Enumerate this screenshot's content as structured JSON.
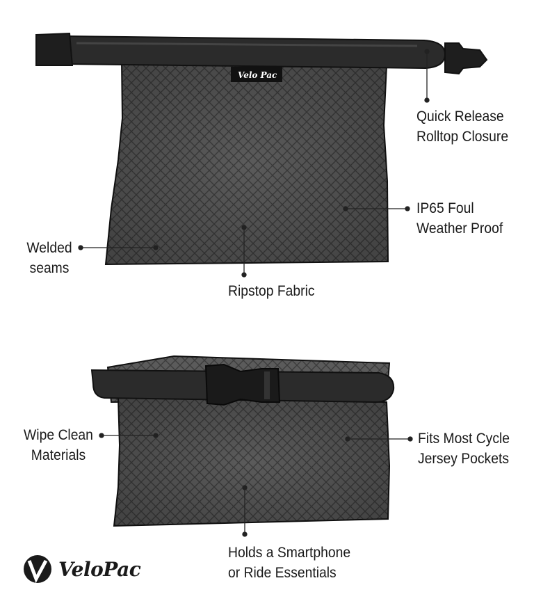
{
  "brand": {
    "name": "VeloPac",
    "logo_text": "VeloPac"
  },
  "top_bag": {
    "tag": "Velo Pac",
    "callouts": {
      "closure": "Quick Release\nRolltop Closure",
      "foul_weather": "IP65 Foul\nWeather Proof",
      "seams": "Welded\nseams",
      "fabric": "Ripstop Fabric"
    }
  },
  "bottom_bag": {
    "callouts": {
      "wipe_clean": "Wipe Clean\nMaterials",
      "jersey": "Fits Most Cycle\nJersey Pockets",
      "holds": "Holds a Smartphone\nor Ride Essentials"
    }
  },
  "colors": {
    "bag_fill": "#5a5a5a",
    "strap": "#2b2b2b",
    "outline": "#111111",
    "text": "#1a1a1a"
  }
}
